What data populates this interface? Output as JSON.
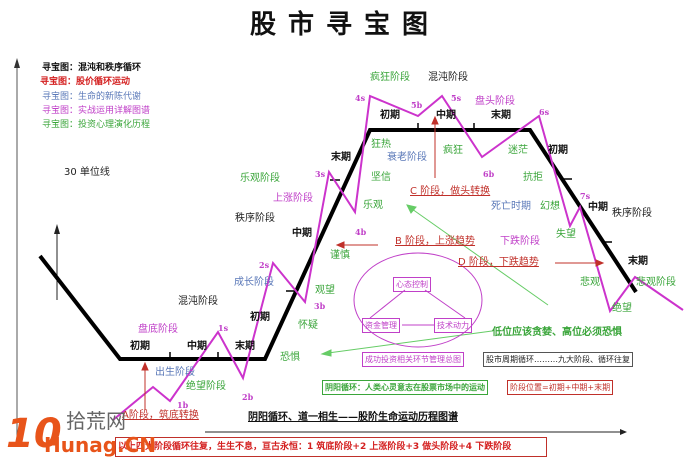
{
  "title": "股市寻宝图",
  "legend": [
    {
      "text": "寻宝图：混沌和秩序循环",
      "color": "#111111"
    },
    {
      "text": "寻宝图：股价循环运动",
      "color": "#d42020"
    },
    {
      "text": "寻宝图：生命的新陈代谢",
      "color": "#5a78b8"
    },
    {
      "text": "寻宝图：实战运用详解图谱",
      "color": "#c040c8"
    },
    {
      "text": "寻宝图：投资心理演化历程",
      "color": "#3aa53a"
    }
  ],
  "unit_line": "30 单位线",
  "periods": {
    "early": "初期",
    "middle": "中期",
    "late": "末期"
  },
  "chaos_order": {
    "chaos": "混沌阶段",
    "order": "秩序阶段"
  },
  "price_stages": {
    "bottom": "盘底阶段",
    "rise": "上涨阶段",
    "top": "盘头阶段",
    "fall": "下跌阶段",
    "crazy": "疯狂阶段",
    "optimist": "乐观阶段",
    "pessimist": "悲观阶段",
    "despair": "绝望阶段"
  },
  "life_stages": {
    "birth": "出生阶段",
    "growth": "成长阶段",
    "aging": "衰老阶段",
    "death": "死亡时期"
  },
  "psychology": {
    "fear": "恐惧",
    "doubt": "怀疑",
    "watch": "观望",
    "caution": "谨慎",
    "optimism": "乐观",
    "belief": "坚信",
    "frenzy": "狂热",
    "crazy": "疯狂",
    "confused": "迷茫",
    "resist": "抗拒",
    "illusion": "幻想",
    "disappoint": "失望",
    "pessimism": "悲观",
    "despair": "绝望"
  },
  "points": {
    "1s": "1s",
    "1b": "1b",
    "2s": "2s",
    "2b": "2b",
    "3s": "3s",
    "3b": "3b",
    "4s": "4s",
    "4b": "4b",
    "5s": "5s",
    "5b": "5b",
    "6s": "6s",
    "6b": "6b",
    "7s": "7s"
  },
  "phases": {
    "a": "A阶段，筑底转换",
    "b": "B 阶段，上涨趋势",
    "c": "C 阶段，做头转换",
    "d": "D 阶段，下跌趋势"
  },
  "mind_map": {
    "center": "心态控制",
    "left": "资金管理",
    "right": "技术动力",
    "caption": "成功投资相关环节管理总图"
  },
  "slogan": "低位应该贪婪、高位必须恐惧",
  "boxes": {
    "cycle": "股市周期循环………九大阶段、循环往复",
    "yinyang": "阴阳循环：人类心灵意志在股票市场中的运动",
    "position": "阶段位置=初期+中期+末期"
  },
  "bottom_title": "阴阳循环、道一相生——股阶生命运动历程图谱",
  "bottom_note": "以上四大阶段循环往复，生生不息，亘古永恒：1 筑底阶段+2 上涨阶段+3 做头阶段+4 下跌阶段",
  "watermark": {
    "num": "10",
    "cn": "拾荒网",
    "en": "Hunag.CN"
  },
  "colors": {
    "cycle_line": "#000000",
    "price_line": "#cc33cc",
    "arrow_red": "#c0302a",
    "arrow_green": "#66cc66"
  }
}
